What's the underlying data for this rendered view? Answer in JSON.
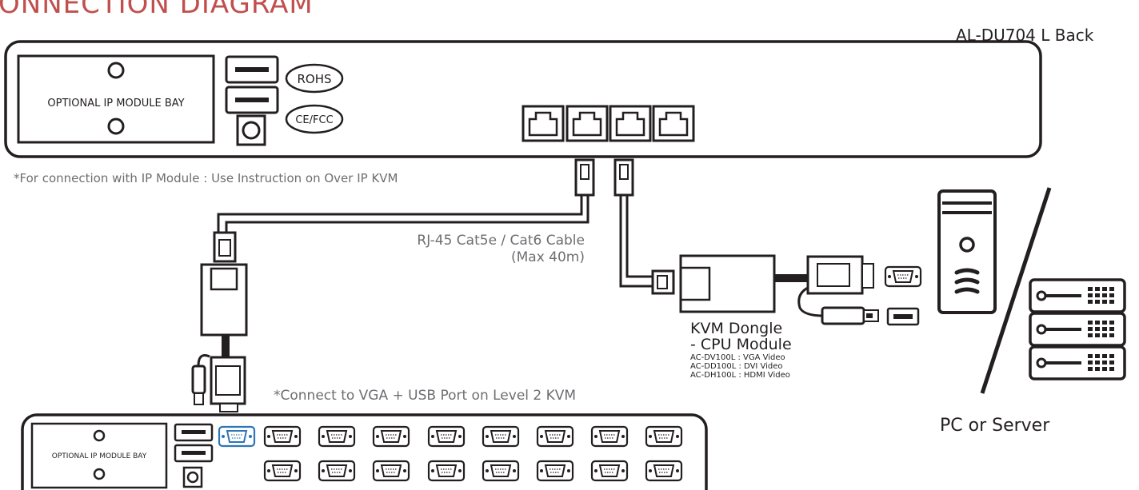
{
  "title": "ONNECTION DIAGRAM",
  "model_label": "AL-DU704 L Back",
  "top_unit": {
    "module_bay": "OPTIONAL IP MODULE BAY",
    "badges": [
      "ROHS",
      "CE/FCC"
    ]
  },
  "ip_note": "*For connection with IP Module : Use Instruction on Over IP KVM",
  "cable": {
    "line1": "RJ-45 Cat5e / Cat6 Cable",
    "line2": "(Max 40m)"
  },
  "dongle": {
    "line1": "KVM Dongle",
    "line2": "- CPU Module",
    "variants": [
      "AC-DV100L : VGA Video",
      "AC-DD100L : DVI Video",
      "AC-DH100L : HDMI Video"
    ]
  },
  "connect_note": "*Connect to VGA + USB Port on Level 2 KVM",
  "bottom_unit": {
    "module_bay": "OPTIONAL IP MODULE BAY"
  },
  "pc_label": "PC or Server",
  "colors": {
    "title": "#c0504d",
    "highlight_port": "#2e75b6",
    "line": "#231f20",
    "note_text": "#6d6e71"
  }
}
